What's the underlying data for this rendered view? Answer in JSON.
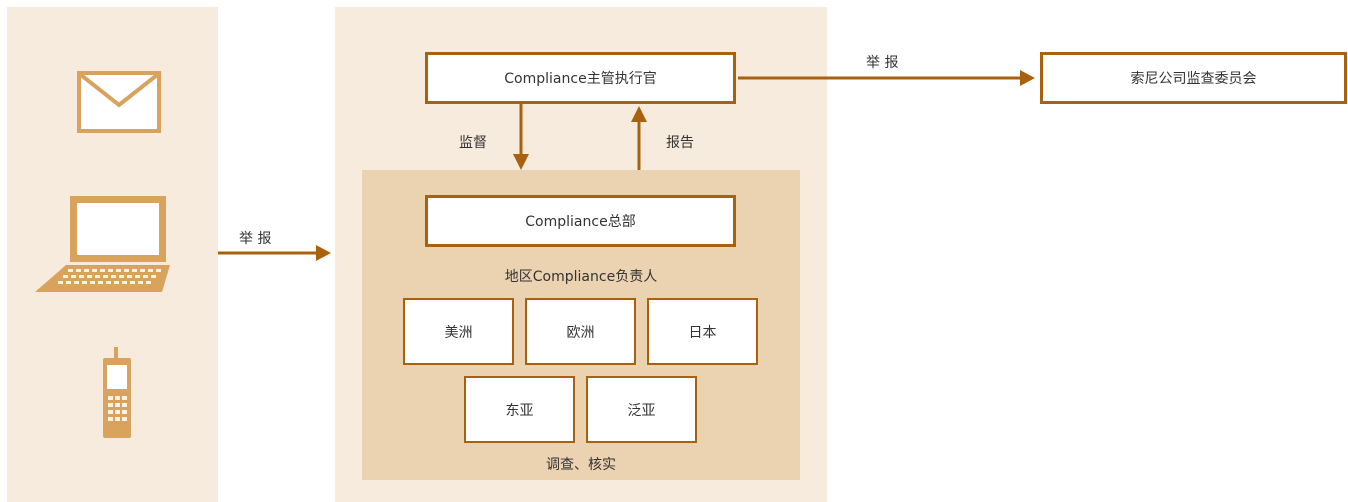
{
  "colors": {
    "accent": "#a8620d",
    "icon": "#d9a35e",
    "panel_bg": "#f6ebdd",
    "inner_bg": "#ebd2b0"
  },
  "channels": [
    "envelope-icon",
    "laptop-icon",
    "mobile-phone-icon"
  ],
  "report_in": "举 报",
  "cco": "Compliance主管执行官",
  "report_out": "举 报",
  "committee": "索尼公司监查委员会",
  "supervise": "监督",
  "report_up": "报告",
  "hq": "Compliance总部",
  "regional_heads": "地区Compliance负责人",
  "regions": [
    "美洲",
    "欧洲",
    "日本",
    "东亚",
    "泛亚"
  ],
  "investigate": "调查、核实"
}
